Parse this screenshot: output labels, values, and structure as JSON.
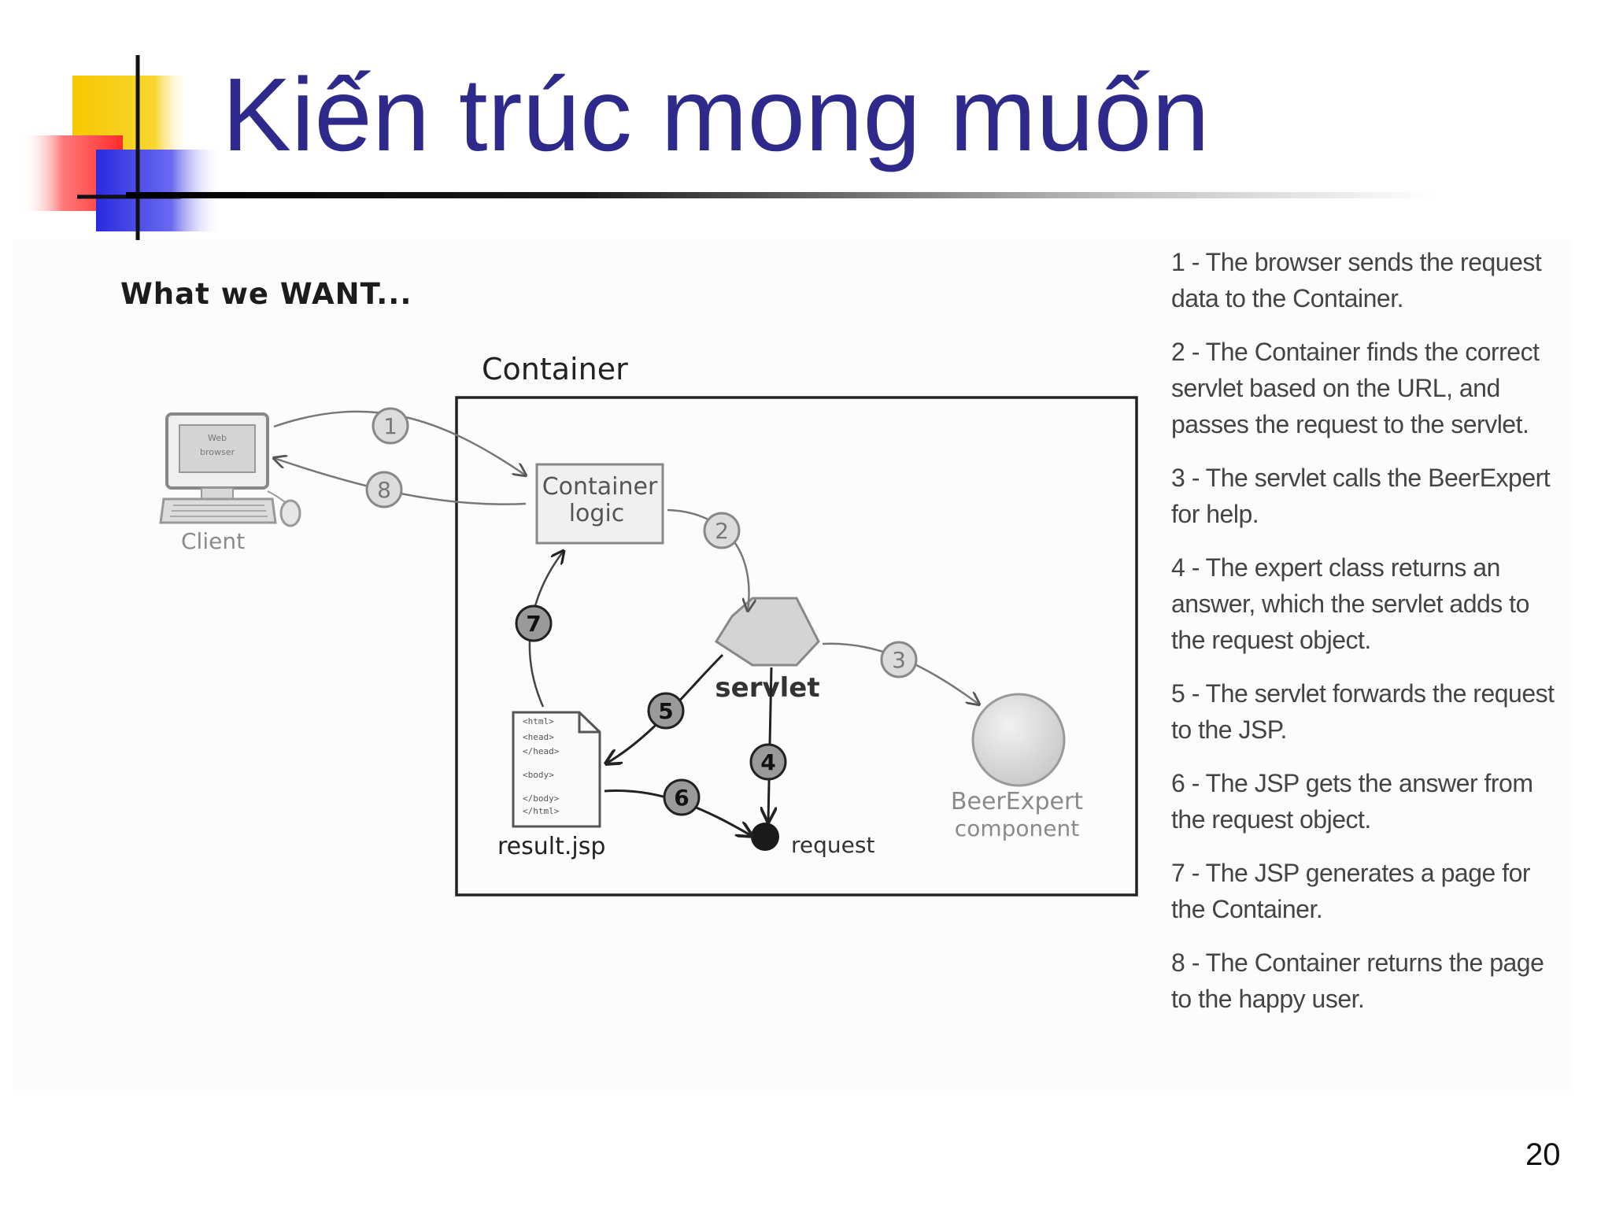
{
  "slide": {
    "title": "Kiến trúc mong muốn",
    "page_number": "20"
  },
  "figure": {
    "heading": "What we WANT...",
    "container_label": "Container",
    "container_logic_line1": "Container",
    "container_logic_line2": "logic",
    "client_label": "Client",
    "browser_screen_line1": "Web",
    "browser_screen_line2": "browser",
    "servlet_label": "servlet",
    "beerexpert_line1": "BeerExpert",
    "beerexpert_line2": "component",
    "jsp_label": "result.jsp",
    "request_label": "request",
    "jsp_lines": [
      "<html>",
      "<head>",
      "</head>",
      "<body>",
      "</body>",
      "</html>"
    ],
    "step_badges": [
      "1",
      "2",
      "3",
      "4",
      "5",
      "6",
      "7",
      "8"
    ],
    "steps": [
      "1 - The browser sends the request data to the Container.",
      "2 - The Container finds the correct servlet based on the URL, and passes the request to the servlet.",
      "3 - The servlet calls the BeerExpert for help.",
      "4 - The expert class returns an answer, which the servlet adds to the request object.",
      "5 - The servlet forwards the request to the JSP.",
      "6 - The JSP gets the answer from the request object.",
      "7 - The JSP generates a page for the Container.",
      "8 - The Container returns the page to the happy user."
    ]
  },
  "colors": {
    "title": "#2e2a8c",
    "logo_yellow": "#f7c800",
    "logo_red": "#ff3030",
    "logo_blue": "#3030e0"
  }
}
